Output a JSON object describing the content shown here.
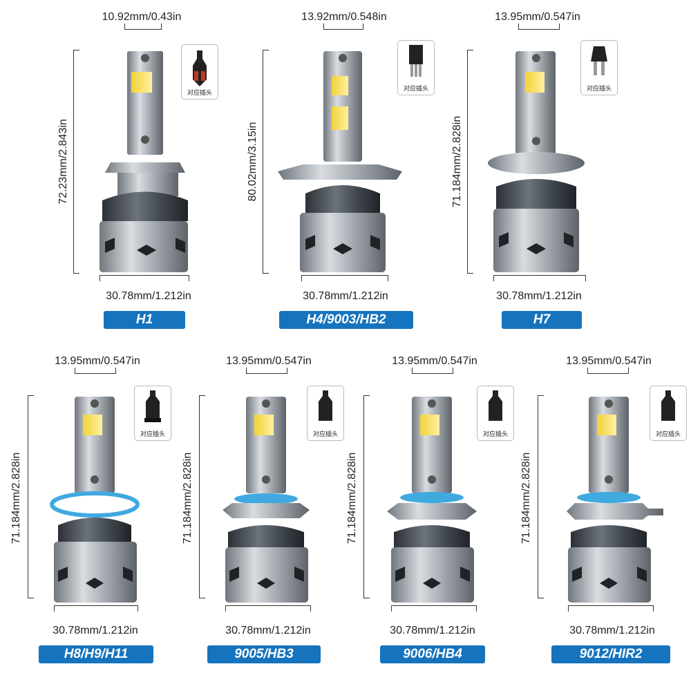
{
  "bulbs": [
    {
      "model": "H1",
      "top_dim": "10.92mm/0.43in",
      "side_dim": "72.23mm/2.843in",
      "bottom_dim": "30.78mm/1.212in",
      "plug_label": "对应插头"
    },
    {
      "model": "H4/9003/HB2",
      "top_dim": "13.92mm/0.548in",
      "side_dim": "80.02mm/3.15in",
      "bottom_dim": "30.78mm/1.212in",
      "plug_label": "对应插头"
    },
    {
      "model": "H7",
      "top_dim": "13.95mm/0.547in",
      "side_dim": "71.184mm/2.828in",
      "bottom_dim": "30.78mm/1.212in",
      "plug_label": "对应插头"
    },
    {
      "model": "H8/H9/H11",
      "top_dim": "13.95mm/0.547in",
      "side_dim": "71.184mm/2.828in",
      "bottom_dim": "30.78mm/1.212in",
      "plug_label": "对应插头"
    },
    {
      "model": "9005/HB3",
      "top_dim": "13.95mm/0.547in",
      "side_dim": "71.184mm/2.828in",
      "bottom_dim": "30.78mm/1.212in",
      "plug_label": "对应插头"
    },
    {
      "model": "9006/HB4",
      "top_dim": "13.95mm/0.547in",
      "side_dim": "71.184mm/2.828in",
      "bottom_dim": "30.78mm/1.212in",
      "plug_label": "对应插头"
    },
    {
      "model": "9012/HIR2",
      "top_dim": "13.95mm/0.547in",
      "side_dim": "71.184mm/2.828in",
      "bottom_dim": "30.78mm/1.212in",
      "plug_label": "对应插头"
    }
  ],
  "colors": {
    "badge": "#1673bd",
    "metal": "#8f959c",
    "led": "#f5d94a",
    "ring": "#3fa9e0"
  }
}
